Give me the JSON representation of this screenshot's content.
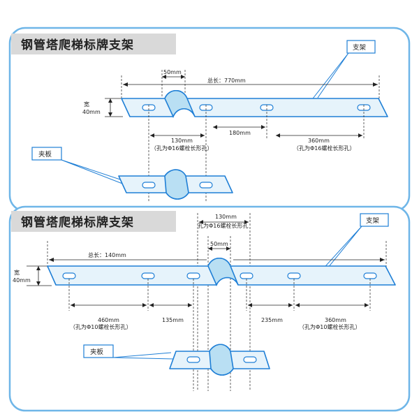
{
  "panels": [
    {
      "title": "钢管塔爬梯标牌支架",
      "callout_bracket": "支架",
      "callout_clamp": "夹板",
      "total_length": "总长：770mm",
      "width_label": "宽",
      "width_value": "40mm",
      "dim_50": "50mm",
      "dim_130": "130mm",
      "dim_130_note": "（孔为Φ16螺栓长形孔）",
      "dim_180": "180mm",
      "dim_360": "360mm",
      "dim_360_note": "（孔为Φ16螺栓长形孔）"
    },
    {
      "title": "钢管塔爬梯标牌支架",
      "callout_bracket": "支架",
      "callout_clamp": "夹板",
      "total_length": "总长：140mm",
      "width_label": "宽",
      "width_value": "40mm",
      "dim_130": "130mm",
      "dim_130_note": "孔为Φ16螺栓长形孔",
      "dim_50": "50mm",
      "dim_460": "460mm",
      "dim_460_note": "（孔为Φ10螺栓长形孔）",
      "dim_135": "135mm",
      "dim_235": "235mm",
      "dim_360": "360mm",
      "dim_360_note": "（孔为Φ10螺栓长形孔）"
    }
  ],
  "colors": {
    "panel_border": "#6fb6e8",
    "plate_stroke": "#1f7fd6",
    "plate_fill": "#e6f3fb",
    "title_bg": "#d9d9d9"
  }
}
